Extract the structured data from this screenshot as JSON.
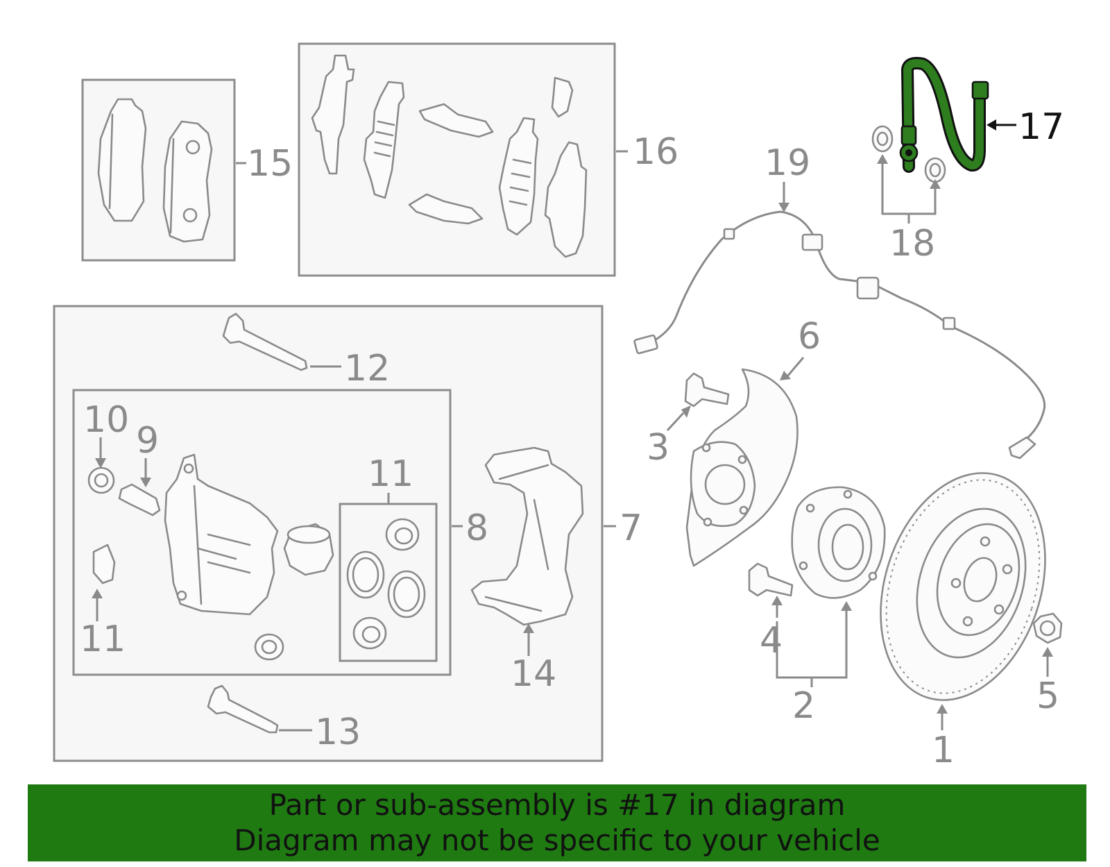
{
  "labels": {
    "l1": "1",
    "l2": "2",
    "l3": "3",
    "l4": "4",
    "l5": "5",
    "l6": "6",
    "l7": "7",
    "l8": "8",
    "l9": "9",
    "l10": "10",
    "l11a": "11",
    "l11b": "11",
    "l12": "12",
    "l13": "13",
    "l14": "14",
    "l15": "15",
    "l16": "16",
    "l17": "17",
    "l18": "18",
    "l19": "19"
  },
  "highlight": {
    "part_number": "17",
    "color": "#1f7a12"
  },
  "banner": {
    "line1": "Part or sub-assembly is #17 in diagram",
    "line2": "Diagram may not be specific to your vehicle"
  }
}
